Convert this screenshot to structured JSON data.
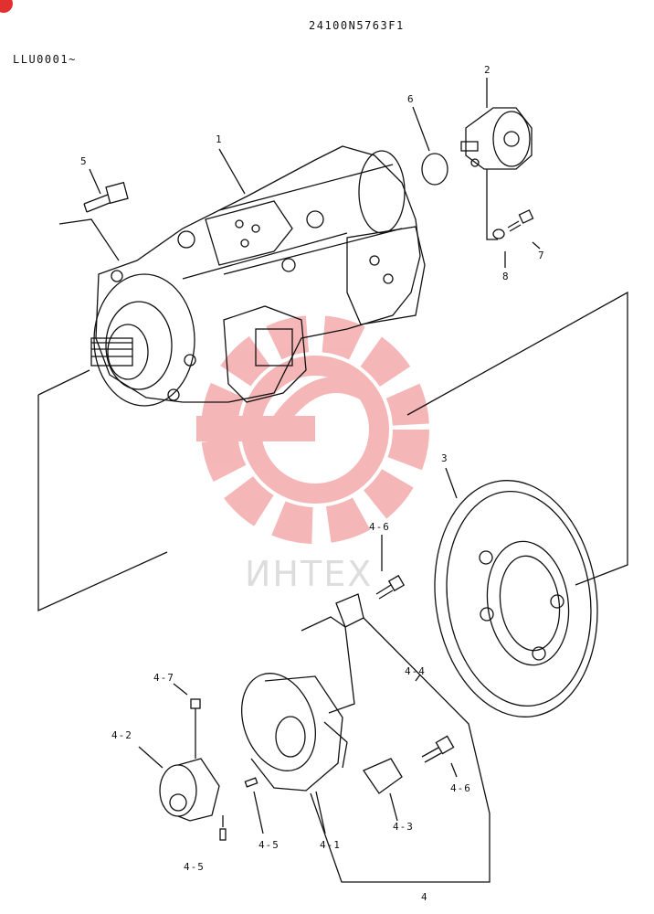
{
  "header": {
    "part_number": "24100N5763F1",
    "serial_range": "LLU0001~"
  },
  "watermark": {
    "text": "ИНТЕХ",
    "color": "#e23030"
  },
  "callouts": {
    "c1": "1",
    "c2": "2",
    "c3": "3",
    "c4": "4",
    "c4_1": "4-1",
    "c4_2": "4-2",
    "c4_3": "4-3",
    "c4_4": "4-4",
    "c4_5a": "4-5",
    "c4_5b": "4-5",
    "c4_6a": "4-6",
    "c4_6b": "4-6",
    "c4_7": "4-7",
    "c5": "5",
    "c6": "6",
    "c7": "7",
    "c8": "8"
  }
}
